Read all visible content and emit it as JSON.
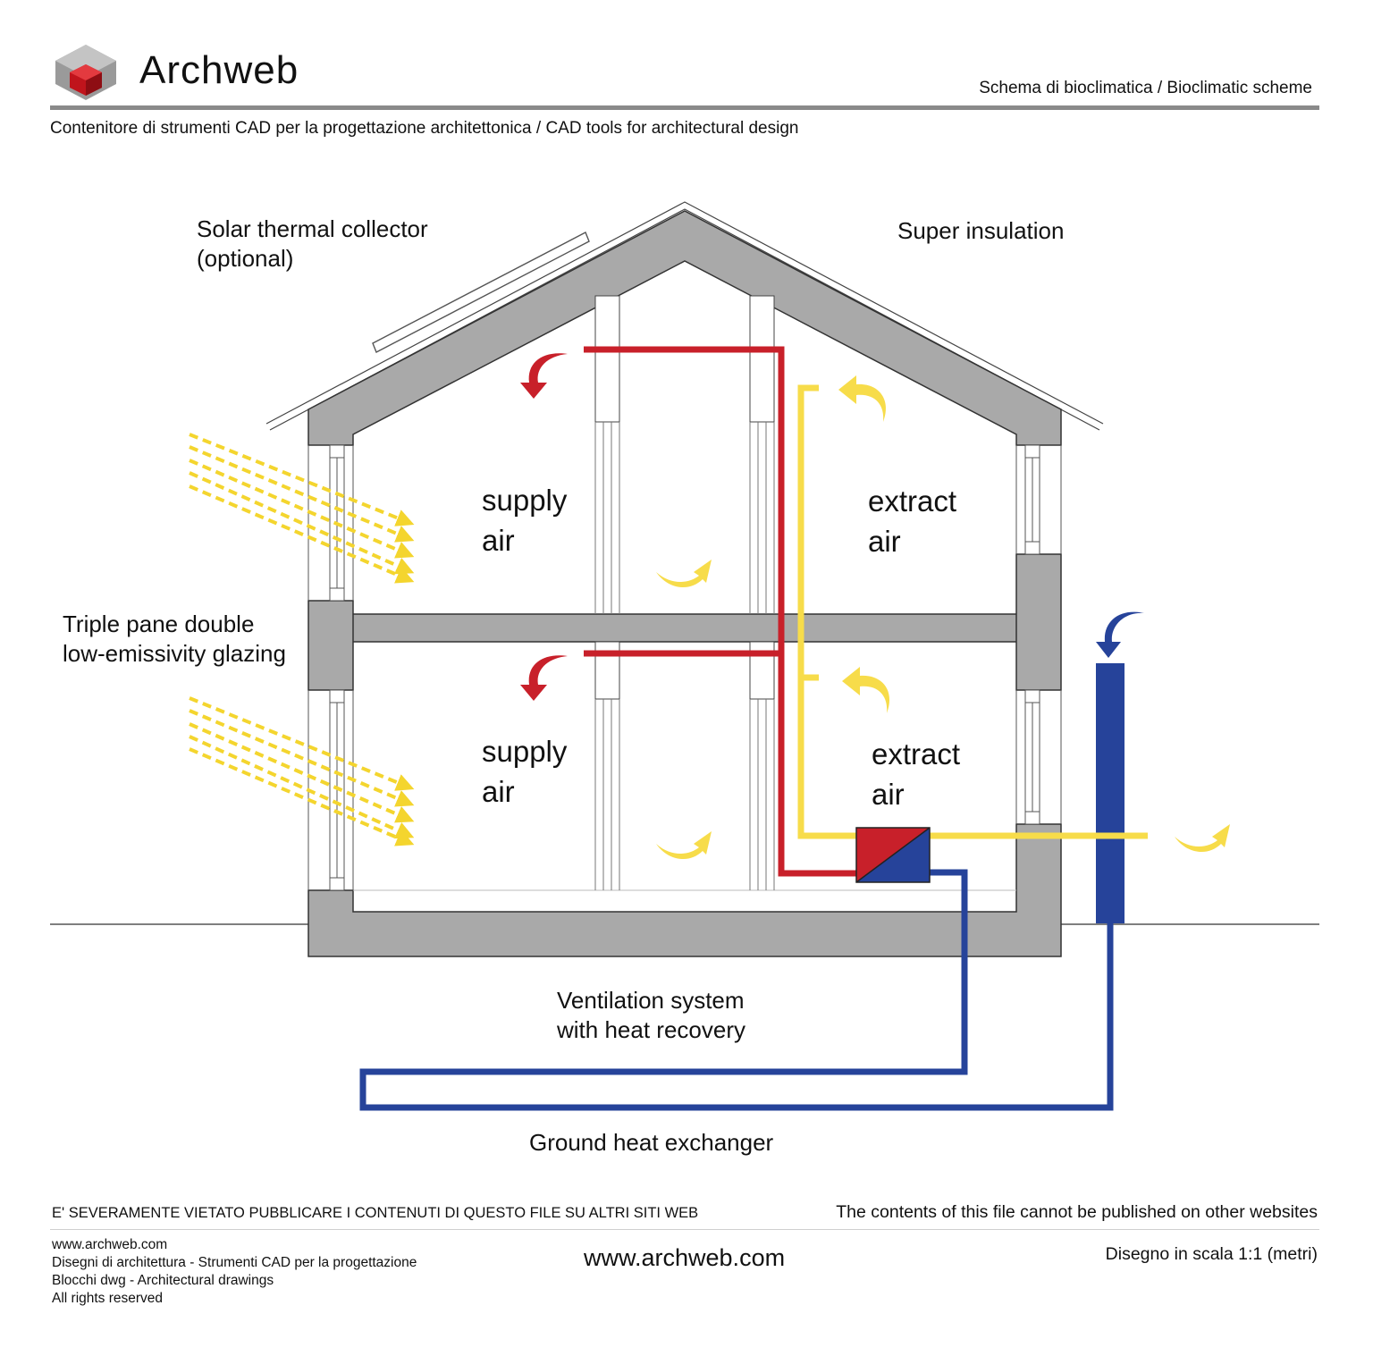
{
  "header": {
    "brand": "Archweb",
    "title": "Schema di bioclimatica  /  Bioclimatic scheme",
    "subtitle": "Contenitore di strumenti CAD per la progettazione architettonica  /  CAD tools for architectural design"
  },
  "labels": {
    "solar_collector": [
      "Solar thermal collector",
      "(optional)"
    ],
    "super_insulation": "Super insulation",
    "glazing": [
      "Triple pane double",
      "low-emissivity glazing"
    ],
    "supply_air_upper": [
      "supply",
      "air"
    ],
    "extract_air_upper": [
      "extract",
      "air"
    ],
    "supply_air_lower": [
      "supply",
      "air"
    ],
    "extract_air_lower": [
      "extract",
      "air"
    ],
    "ventilation": [
      "Ventilation system",
      "with heat recovery"
    ],
    "ground_exchanger": "Ground heat exchanger"
  },
  "footer": {
    "warning_it": "E' SEVERAMENTE VIETATO PUBBLICARE I CONTENUTI DI QUESTO FILE SU ALTRI SITI WEB",
    "warning_en": "The contents of this file cannot be published on other websites",
    "lines": [
      "www.archweb.com",
      "Disegni di architettura - Strumenti CAD  per la progettazione",
      "Blocchi dwg - Architectural drawings",
      "All rights reserved"
    ],
    "site": "www.archweb.com",
    "scale": "Disegno in scala 1:1 (metri)"
  },
  "colors": {
    "supply_duct": "#c8202a",
    "extract_duct": "#f7dc4a",
    "ground_duct": "#26439a",
    "structure": "#a9a9a9",
    "sun_rays": "#f4d52e",
    "rule": "#8a8a8a"
  }
}
